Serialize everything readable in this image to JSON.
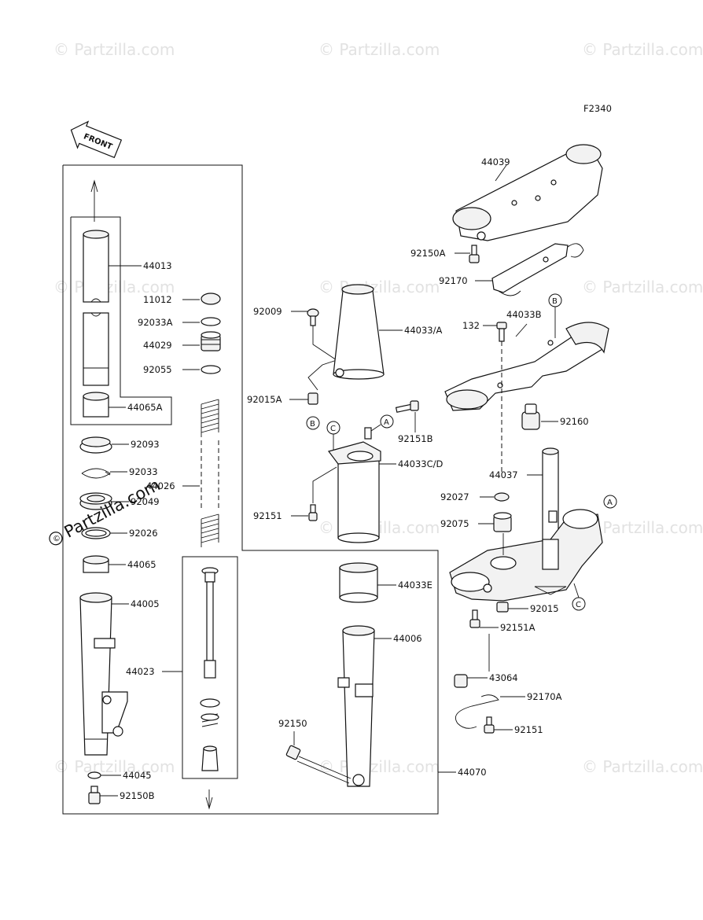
{
  "figure_code": "F2340",
  "front_arrow": "FRONT",
  "watermark": "Partzilla.com",
  "watermark_light": "© Partzilla.com",
  "copyright_symbol": "©",
  "parts": {
    "p44039": "44039",
    "p92150A": "92150A",
    "p92170": "92170",
    "p132": "132",
    "p44033B": "44033B",
    "p92160": "92160",
    "p44037": "44037",
    "p92027": "92027",
    "p92075": "92075",
    "p92015": "92015",
    "p92151A": "92151A",
    "p43064": "43064",
    "p92170A": "92170A",
    "p92151_r": "92151",
    "p92009": "92009",
    "p44033A": "44033/A",
    "p92015A": "92015A",
    "p92151B": "92151B",
    "p44033CD": "44033C/D",
    "p92151_m": "92151",
    "p44033E": "44033E",
    "p44006": "44006",
    "p92150": "92150",
    "p44070": "44070",
    "p44013": "44013",
    "p11012": "11012",
    "p92033A": "92033A",
    "p44029": "44029",
    "p92055": "92055",
    "p44065A": "44065A",
    "p92093": "92093",
    "p92033": "92033",
    "p44026": "44026",
    "p92049": "92049",
    "p92026": "92026",
    "p44065": "44065",
    "p44005": "44005",
    "p44023": "44023",
    "p44045": "44045",
    "p92150B": "92150B"
  },
  "refs": {
    "A": "A",
    "B": "B",
    "C": "C"
  }
}
